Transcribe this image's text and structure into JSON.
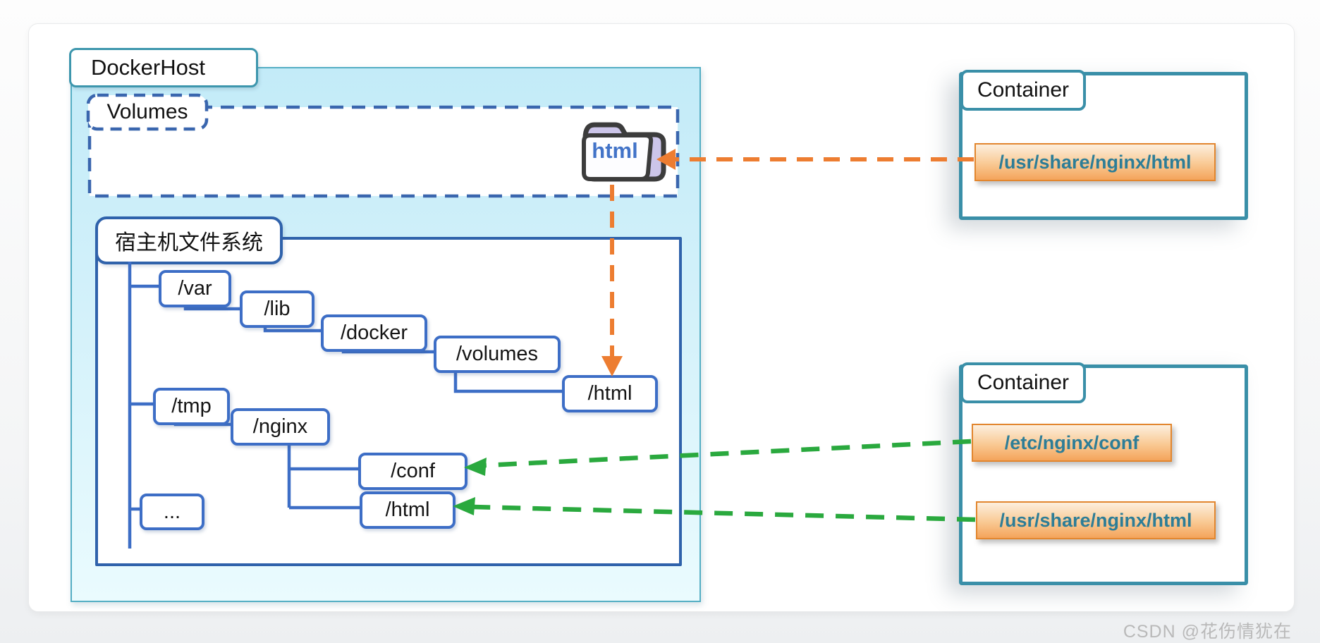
{
  "docker_host": {
    "title": "DockerHost",
    "volumes": {
      "label": "Volumes",
      "folder_label": "html"
    },
    "filesystem": {
      "label": "宿主机文件系统",
      "nodes": [
        {
          "id": "var",
          "label": "/var"
        },
        {
          "id": "lib",
          "label": "/lib"
        },
        {
          "id": "docker",
          "label": "/docker"
        },
        {
          "id": "volumes",
          "label": "/volumes"
        },
        {
          "id": "html_top",
          "label": "/html"
        },
        {
          "id": "tmp",
          "label": "/tmp"
        },
        {
          "id": "nginx",
          "label": "/nginx"
        },
        {
          "id": "conf",
          "label": "/conf"
        },
        {
          "id": "html_bottom",
          "label": "/html"
        },
        {
          "id": "ellipsis",
          "label": "..."
        }
      ]
    }
  },
  "containers": [
    {
      "title": "Container",
      "paths": [
        "/usr/share/nginx/html"
      ]
    },
    {
      "title": "Container",
      "paths": [
        "/etc/nginx/conf",
        "/usr/share/nginx/html"
      ]
    }
  ],
  "watermark": "CSDN @花伤情犹在",
  "colors": {
    "teal_border": "#3a8fa8",
    "dockerhost_fill_top": "#c3ebf8",
    "dashed_blue": "#3a66ae",
    "filesystem_border": "#2f62ab",
    "tree_blue": "#3d6ec6",
    "orange_arrow": "#ED7D31",
    "green_arrow": "#2AA93E",
    "path_box_border": "#e2862e",
    "path_box_fill_bottom": "#f4a45b",
    "path_text": "#2d7d97",
    "folder_back_purple": "#ccc5e9",
    "folder_text_blue": "#4273c8",
    "watermark_gray": "#b9b9b9"
  }
}
